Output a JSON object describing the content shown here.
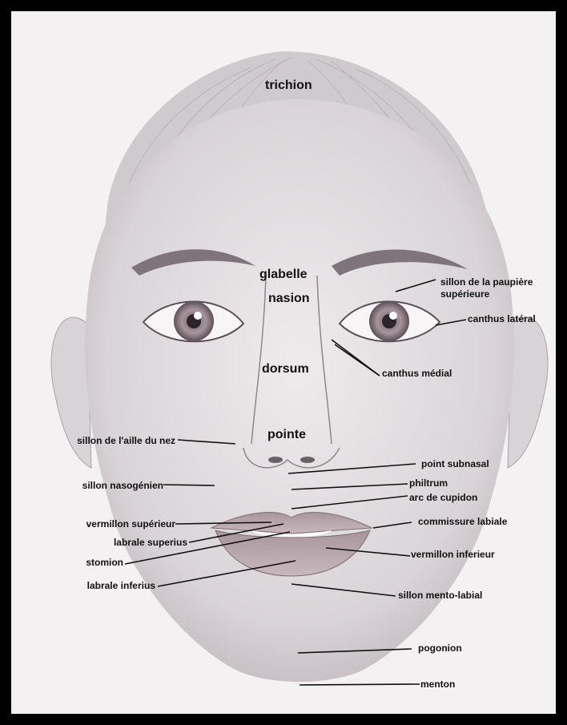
{
  "labels": {
    "trichion": "trichion",
    "glabelle": "glabelle",
    "nasion": "nasion",
    "dorsum": "dorsum",
    "pointe": "pointe",
    "sillon_paupiere_1": "sillon de la paupière",
    "sillon_paupiere_2": "supérieure",
    "canthus_lateral": "canthus latéral",
    "canthus_medial": "canthus médial",
    "sillon_aile_nez": "sillon de l'aille du nez",
    "sillon_nasogenien": "sillon nasogénien",
    "point_subnasal": "point subnasal",
    "philtrum": "philtrum",
    "arc_cupidon": "arc de cupidon",
    "vermillon_superieur": "vermillon supérieur",
    "commissure_labiale": "commissure labiale",
    "labrale_superius": "labrale superius",
    "stomion": "stomion",
    "vermillon_inferieur": "vermillon inferieur",
    "labrale_inferius": "labrale inferius",
    "sillon_mento_labial": "sillon mento-labial",
    "pogonion": "pogonion",
    "menton": "menton"
  },
  "colors": {
    "frame": "#000000",
    "paper": "#f3f1f2",
    "skin": "#e6e3e5",
    "iris": "#9a8a92",
    "lips": "#b7a6ac",
    "text": "#111111"
  }
}
